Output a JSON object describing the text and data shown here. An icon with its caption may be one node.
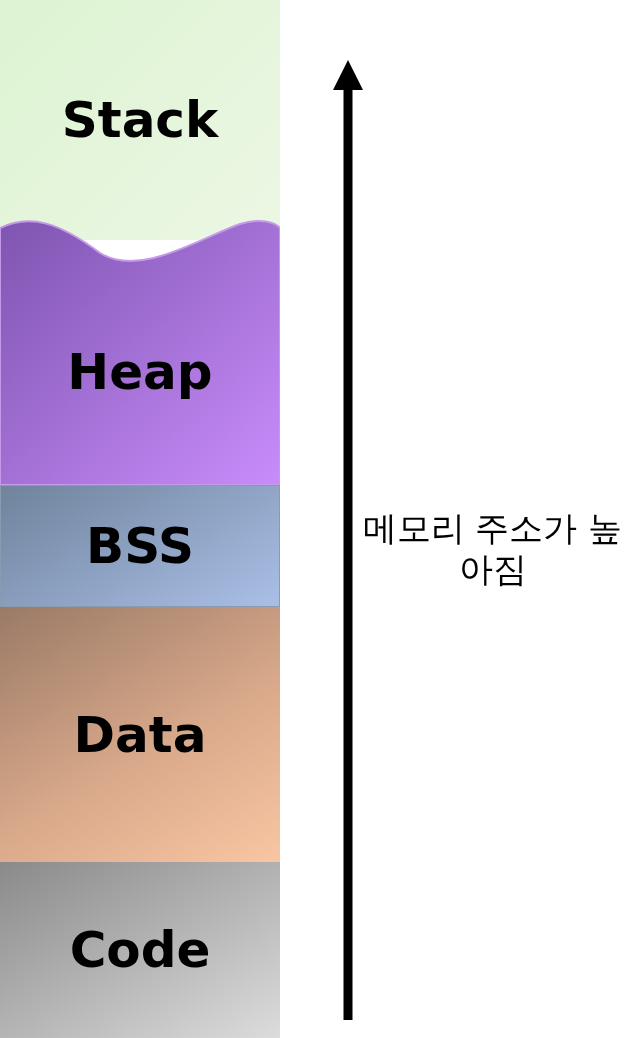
{
  "diagram": {
    "nodes": [
      {
        "text": [
          "Stack"
        ]
      },
      {
        "text": [
          "Heap"
        ]
      },
      {
        "text": [
          "BSS"
        ]
      },
      {
        "text": [
          "Data"
        ]
      },
      {
        "text": [
          "Code"
        ]
      }
    ],
    "labels": [
      "메모리 주소가 높아짐"
    ]
  }
}
